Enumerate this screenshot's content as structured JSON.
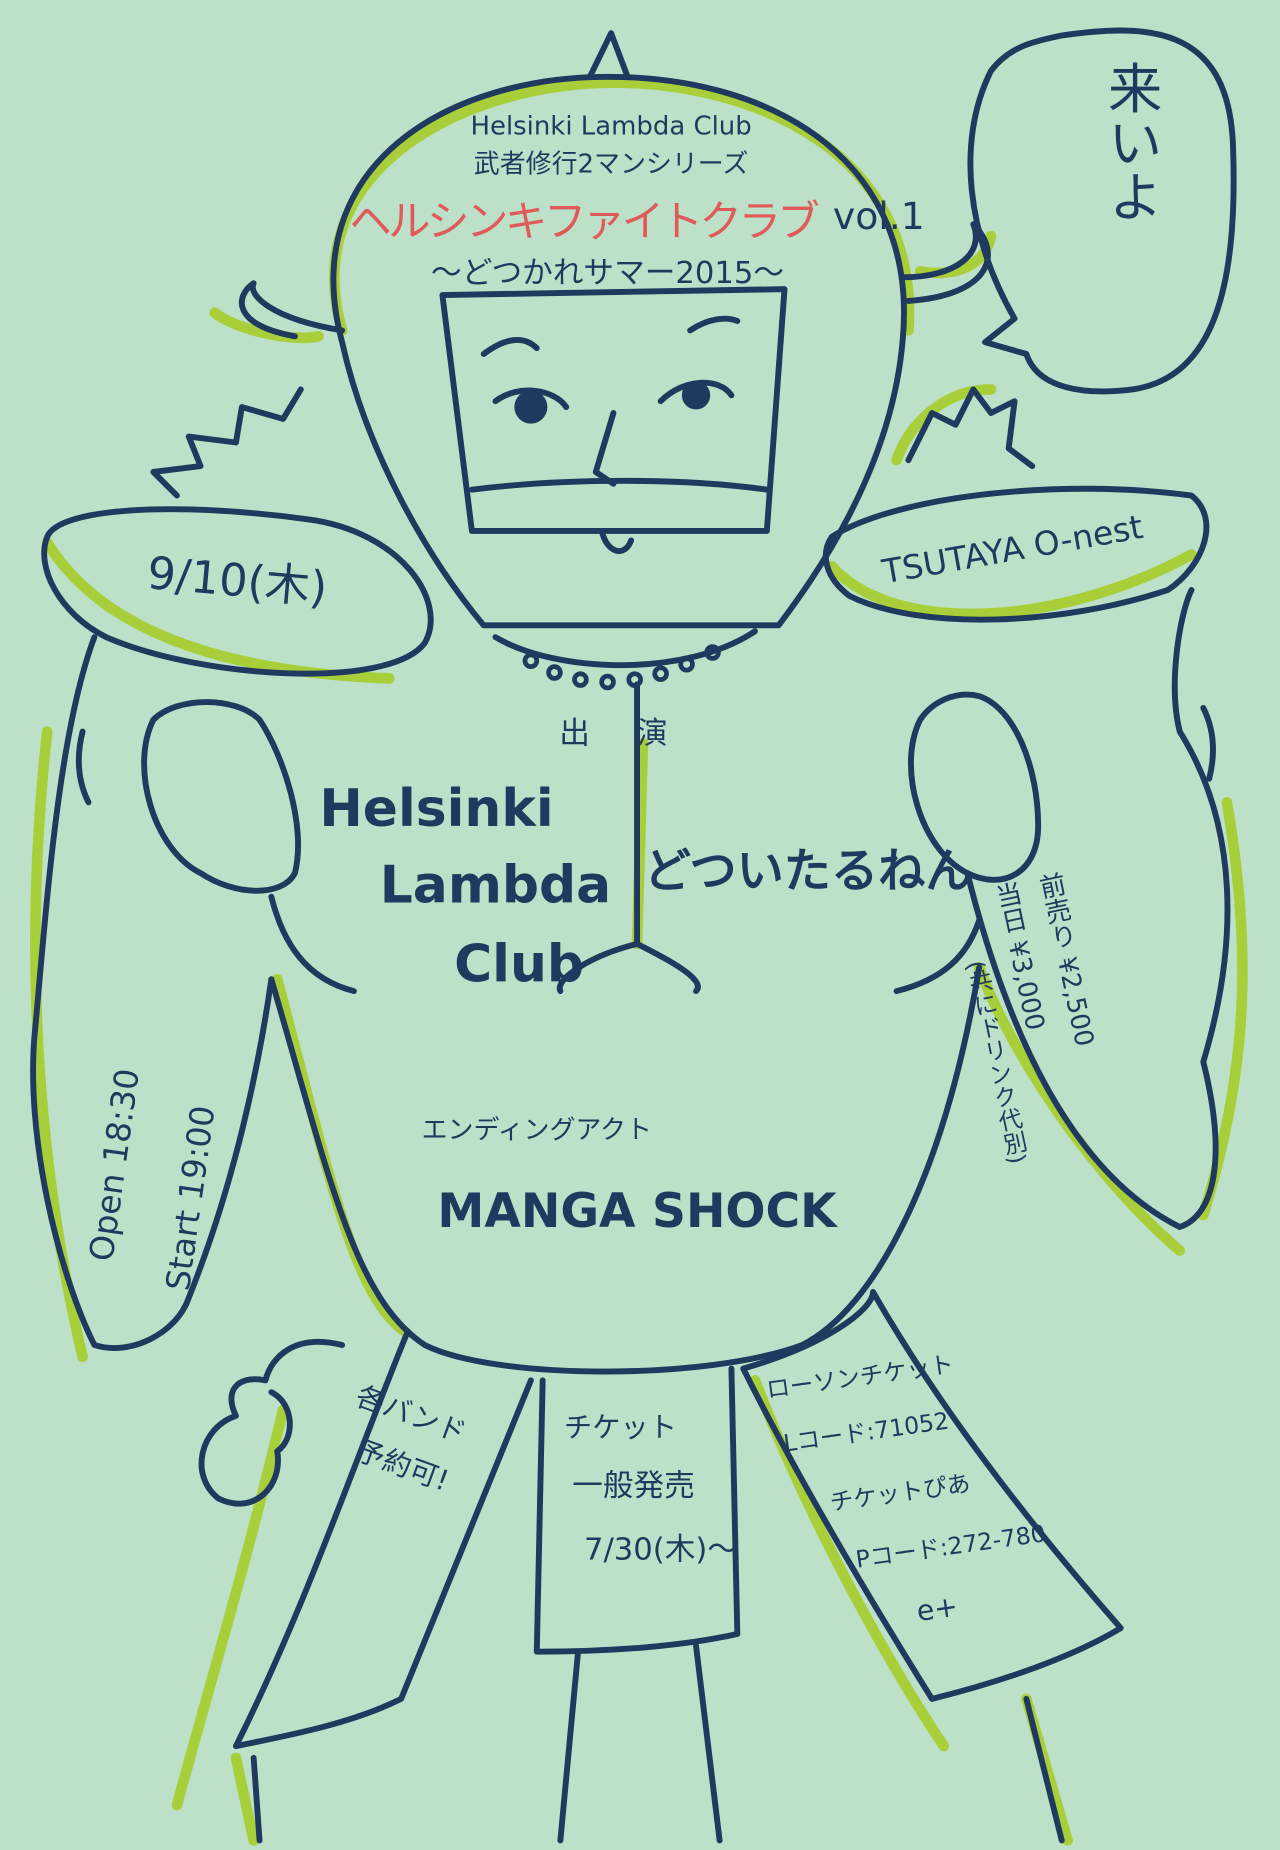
{
  "colors": {
    "background": "#bde0c8",
    "ink": "#1f3a5e",
    "highlight": "#a8cf3a",
    "title_red": "#e05a5a"
  },
  "header": {
    "band": "Helsinki Lambda Club",
    "series": "武者修行2マンシリーズ",
    "title": "ヘルシンキファイトクラブ",
    "volume": "vol.1",
    "subtitle": "〜どつかれサマー2015〜"
  },
  "speech_bubble": "来いよ",
  "date": "9/10(木)",
  "venue": "TSUTAYA O-nest",
  "performers": {
    "label": "出演",
    "acts": [
      {
        "lines": [
          "Helsinki",
          "Lambda",
          "Club"
        ]
      },
      {
        "lines": [
          "どついたるねん"
        ]
      }
    ]
  },
  "prices": {
    "advance": "前売り ¥2,500",
    "door": "当日 ¥3,000",
    "note": "(共にドリンク代別)"
  },
  "times": {
    "open": "Open 18:30",
    "start": "Start 19:00"
  },
  "ending_act": {
    "label": "エンディングアクト",
    "name": "MANGA SHOCK"
  },
  "reservation": {
    "line1": "各バンド",
    "line2": "予約可!"
  },
  "ticket_sale": {
    "line1": "チケット",
    "line2": "一般発売",
    "line3": "7/30(木)〜"
  },
  "ticket_outlets": [
    "ローソンチケット",
    "Lコード:71052",
    "チケットぴあ",
    "Pコード:272-780",
    "e+"
  ]
}
